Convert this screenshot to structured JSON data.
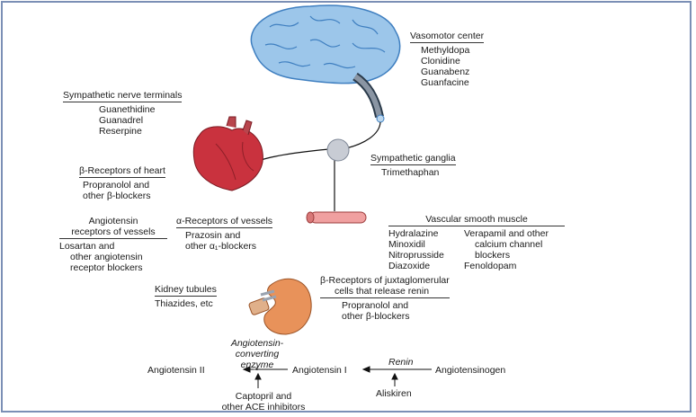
{
  "vasomotor": {
    "title": "Vasomotor center",
    "drugs": [
      "Methyldopa",
      "Clonidine",
      "Guanabenz",
      "Guanfacine"
    ]
  },
  "nerve_terminals": {
    "title": "Sympathetic nerve terminals",
    "drugs": [
      "Guanethidine",
      "Guanadrel",
      "Reserpine"
    ]
  },
  "beta_heart": {
    "title": "β-Receptors of heart",
    "drugs": [
      "Propranolol and",
      "other β-blockers"
    ]
  },
  "ganglia": {
    "title": "Sympathetic ganglia",
    "drugs": [
      "Trimethaphan"
    ]
  },
  "angiotensin_vessels": {
    "title_line1": "Angiotensin",
    "title_line2": "receptors of vessels",
    "drugs": [
      "Losartan and",
      "other angiotensin",
      "receptor blockers"
    ]
  },
  "alpha_vessels": {
    "title": "α-Receptors of vessels",
    "drugs": [
      "Prazosin and",
      "other α₁-blockers"
    ]
  },
  "vascular_smooth": {
    "title": "Vascular smooth muscle",
    "col1": [
      "Hydralazine",
      "Minoxidil",
      "Nitroprusside",
      "Diazoxide"
    ],
    "col2": [
      "Verapamil and other",
      "calcium channel",
      "blockers",
      "Fenoldopam"
    ]
  },
  "kidney": {
    "title": "Kidney tubules",
    "drugs": [
      "Thiazides, etc"
    ]
  },
  "juxta": {
    "title_line1": "β-Receptors of juxtaglomerular",
    "title_line2": "cells that release renin",
    "drugs": [
      "Propranolol and",
      "other β-blockers"
    ]
  },
  "ras": {
    "ace_line1": "Angiotensin-",
    "ace_line2": "converting",
    "ace_line3": "enzyme",
    "ang2": "Angiotensin II",
    "ang1": "Angiotensin I",
    "renin": "Renin",
    "angiotensinogen": "Angiotensinogen",
    "aliskiren": "Aliskiren",
    "captopril_line1": "Captopril and",
    "captopril_line2": "other ACE inhibitors"
  },
  "colors": {
    "brain": "#9cc6ea",
    "brain_outline": "#3f7fc0",
    "heart": "#c9323e",
    "kidney": "#e8925a",
    "vessel": "#f0a0a0",
    "frame": "#7b8fb5"
  }
}
